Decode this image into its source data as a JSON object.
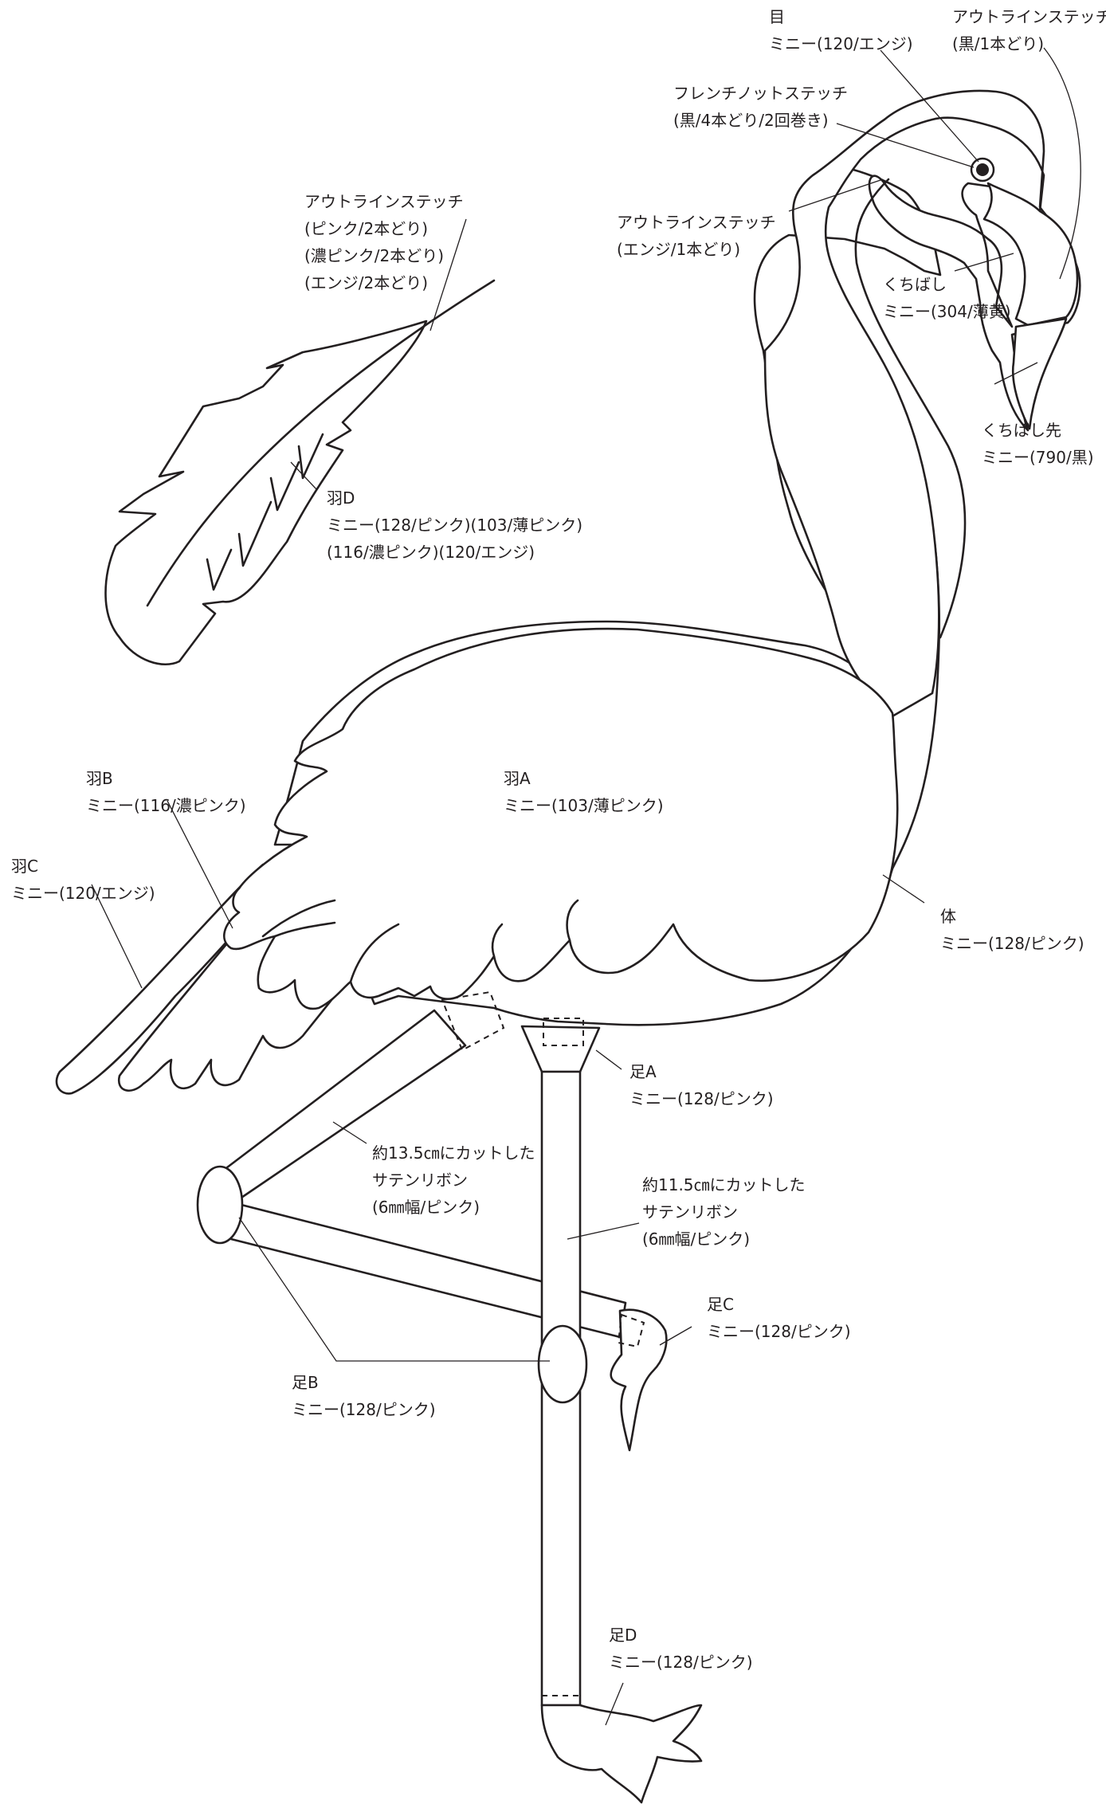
{
  "labels": {
    "eye": [
      "目",
      "ミニー(120/エンジ)"
    ],
    "outline_black": [
      "アウトラインステッチ",
      "(黒/1本どり)"
    ],
    "french_knot": [
      "フレンチノットステッチ",
      "(黒/4本どり/2回巻き)"
    ],
    "outline_feather": [
      "アウトラインステッチ",
      "(ピンク/2本どり)",
      "(濃ピンク/2本どり)",
      "(エンジ/2本どり)"
    ],
    "outline_enji": [
      "アウトラインステッチ",
      "(エンジ/1本どり)"
    ],
    "beak": [
      "くちばし",
      "ミニー(304/薄黄)"
    ],
    "beak_tip": [
      "くちばし先",
      "ミニー(790/黒)"
    ],
    "feather_d": [
      "羽D",
      "ミニー(128/ピンク)(103/薄ピンク)",
      "(116/濃ピンク)(120/エンジ)"
    ],
    "feather_b": [
      "羽B",
      "ミニー(116/濃ピンク)"
    ],
    "feather_a": [
      "羽A",
      "ミニー(103/薄ピンク)"
    ],
    "feather_c": [
      "羽C",
      "ミニー(120/エンジ)"
    ],
    "body": [
      "体",
      "ミニー(128/ピンク)"
    ],
    "leg_a": [
      "足A",
      "ミニー(128/ピンク)"
    ],
    "ribbon_135": [
      "約13.5㎝にカットした",
      "サテンリボン",
      "(6㎜幅/ピンク)"
    ],
    "ribbon_115": [
      "約11.5㎝にカットした",
      "サテンリボン",
      "(6㎜幅/ピンク)"
    ],
    "leg_c": [
      "足C",
      "ミニー(128/ピンク)"
    ],
    "leg_b": [
      "足B",
      "ミニー(128/ピンク)"
    ],
    "leg_d": [
      "足D",
      "ミニー(128/ピンク)"
    ]
  }
}
